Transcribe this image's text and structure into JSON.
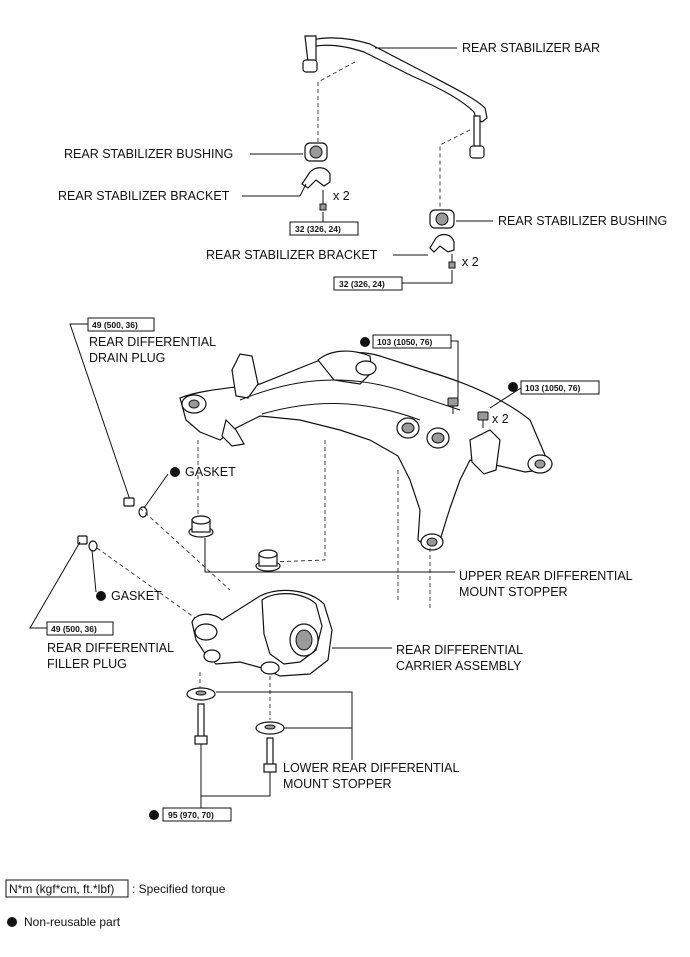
{
  "labels": {
    "stabilizer_bar": "REAR STABILIZER BAR",
    "bushing_left": "REAR STABILIZER BUSHING",
    "bracket_left": "REAR STABILIZER BRACKET",
    "bushing_right": "REAR STABILIZER BUSHING",
    "bracket_right": "REAR STABILIZER BRACKET",
    "drain_plug_line1": "REAR DIFFERENTIAL",
    "drain_plug_line2": "DRAIN PLUG",
    "gasket_upper": "GASKET",
    "gasket_lower": "GASKET",
    "filler_plug_line1": "REAR DIFFERENTIAL",
    "filler_plug_line2": "FILLER PLUG",
    "upper_stopper_line1": "UPPER REAR DIFFERENTIAL",
    "upper_stopper_line2": "MOUNT STOPPER",
    "carrier_line1": "REAR DIFFERENTIAL",
    "carrier_line2": "CARRIER ASSEMBLY",
    "lower_stopper_line1": "LOWER REAR DIFFERENTIAL",
    "lower_stopper_line2": "MOUNT STOPPER"
  },
  "quantities": {
    "bracket_left": "x 2",
    "bracket_right": "x 2",
    "member_bolt_right": "x 2"
  },
  "torques": {
    "bracket_left": "32 (326, 24)",
    "bracket_right": "32 (326, 24)",
    "drain_plug": "49 (500, 36)",
    "member_bolt_top": "103 (1050, 76)",
    "member_bolt_right": "103 (1050, 76)",
    "filler_plug": "49 (500, 36)",
    "mount_bolt": "95 (970, 70)"
  },
  "legend": {
    "torque_box": "N*m (kgf*cm, ft.*lbf)",
    "torque_desc": ": Specified torque",
    "nonreusable": "Non-reusable part"
  },
  "colors": {
    "line": "#111111",
    "background": "#ffffff",
    "shade": "#9a9a9a"
  }
}
